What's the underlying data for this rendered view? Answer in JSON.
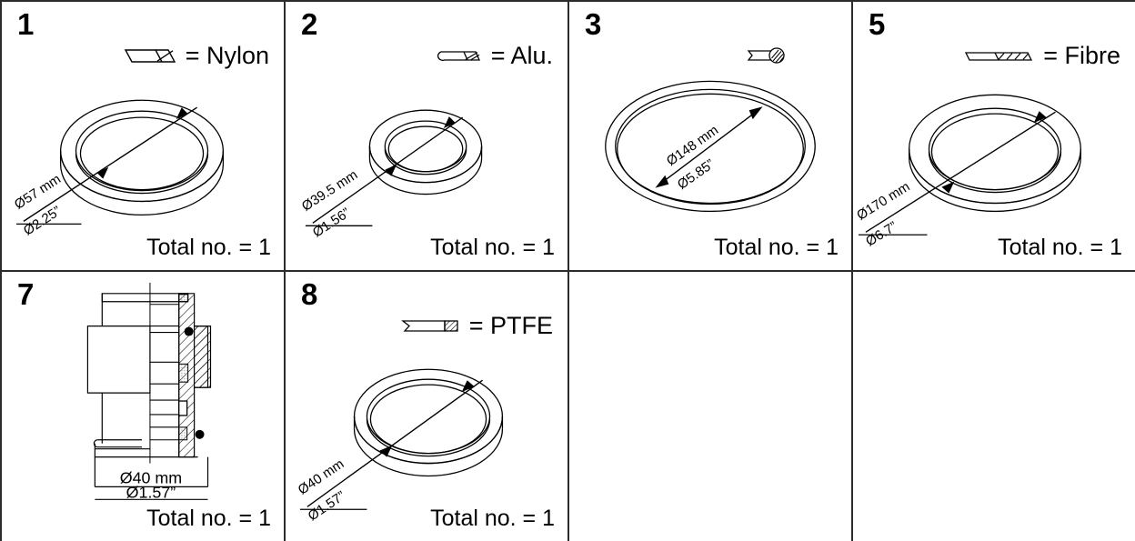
{
  "sheet": {
    "title": "Seal kit parts table",
    "columns": 4,
    "rows": 2,
    "line_color": "#2b2b2b",
    "background_color": "#ffffff"
  },
  "cells": [
    {
      "item_no": "1",
      "material_label": "= Nylon",
      "material_icon": "nylon-section-icon",
      "dim_mm": "Ø57 mm",
      "dim_in": "Ø2.25”",
      "total_label": "Total no. = 1",
      "part_icon": "nylon-washer-ring",
      "empty": false
    },
    {
      "item_no": "2",
      "material_label": "= Alu.",
      "material_icon": "aluminium-section-icon",
      "dim_mm": "Ø39.5 mm",
      "dim_in": "Ø1.56”",
      "total_label": "Total no. = 1",
      "part_icon": "aluminium-washer-ring",
      "empty": false
    },
    {
      "item_no": "3",
      "material_label": "",
      "material_icon": "o-ring-section-icon",
      "dim_mm": "Ø148 mm",
      "dim_in": "Ø5.85”",
      "total_label": "Total no. = 1",
      "part_icon": "o-ring",
      "empty": false
    },
    {
      "item_no": "5",
      "material_label": "= Fibre",
      "material_icon": "fibre-section-icon",
      "dim_mm": "Ø170 mm",
      "dim_in": "Ø6.7”",
      "total_label": "Total no. = 1",
      "part_icon": "fibre-washer-ring",
      "empty": false
    },
    {
      "item_no": "7",
      "material_label": "",
      "material_icon": "",
      "dim_mm": "Ø40 mm",
      "dim_in": "Ø1.57”",
      "total_label": "Total no. = 1",
      "part_icon": "assembly-cross-section",
      "empty": false
    },
    {
      "item_no": "8",
      "material_label": "= PTFE",
      "material_icon": "ptfe-section-icon",
      "dim_mm": "Ø40 mm",
      "dim_in": "Ø1.57”",
      "total_label": "Total no. = 1",
      "part_icon": "ptfe-washer-ring",
      "empty": false
    },
    {
      "item_no": "",
      "material_label": "",
      "material_icon": "",
      "dim_mm": "",
      "dim_in": "",
      "total_label": "",
      "part_icon": "",
      "empty": true
    },
    {
      "item_no": "",
      "material_label": "",
      "material_icon": "",
      "dim_mm": "",
      "dim_in": "",
      "total_label": "",
      "part_icon": "",
      "empty": true
    }
  ]
}
